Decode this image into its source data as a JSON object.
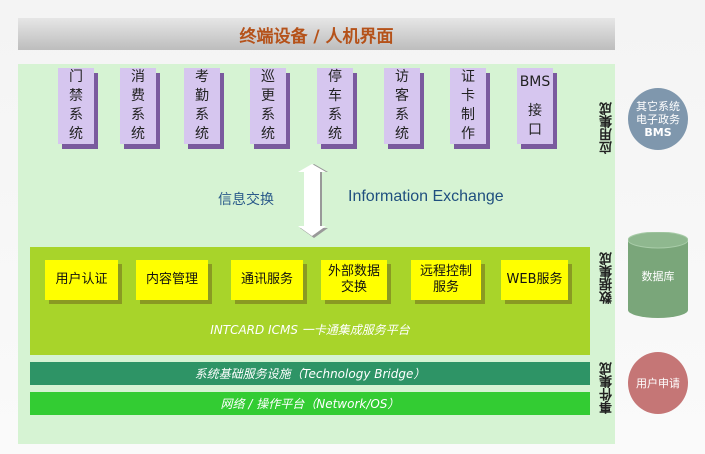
{
  "banner": "终端设备 / 人机界面",
  "app_systems": [
    {
      "lines": [
        "门",
        "禁",
        "系",
        "统"
      ]
    },
    {
      "lines": [
        "消",
        "费",
        "系",
        "统"
      ]
    },
    {
      "lines": [
        "考",
        "勤",
        "系",
        "统"
      ]
    },
    {
      "lines": [
        "巡",
        "更",
        "系",
        "统"
      ]
    },
    {
      "lines": [
        "停",
        "车",
        "系",
        "统"
      ]
    },
    {
      "lines": [
        "访",
        "客",
        "系",
        "统"
      ]
    },
    {
      "lines": [
        "证",
        "卡",
        "制",
        "作"
      ]
    },
    {
      "lines": [
        "BMS",
        "",
        "接",
        "口"
      ]
    }
  ],
  "exchange": {
    "cn": "信息交换",
    "en": "Information Exchange"
  },
  "services": [
    "用户认证",
    "内容管理",
    "通讯服务",
    "外部数据\n交换",
    "远程控制\n服务",
    "WEB服务"
  ],
  "platform": "INTCARD ICMS 一卡通集成服务平台",
  "bridge": "系统基础服务设施（Technology Bridge）",
  "network": "网络 / 操作平台（Network/OS）",
  "side_labels": {
    "app": "应用集成",
    "data": "数据集成",
    "event": "事件集成"
  },
  "external": {
    "bms_lines": [
      "其它系统",
      "电子政务",
      "BMS"
    ],
    "database": "数据库",
    "user": "用户申请"
  }
}
